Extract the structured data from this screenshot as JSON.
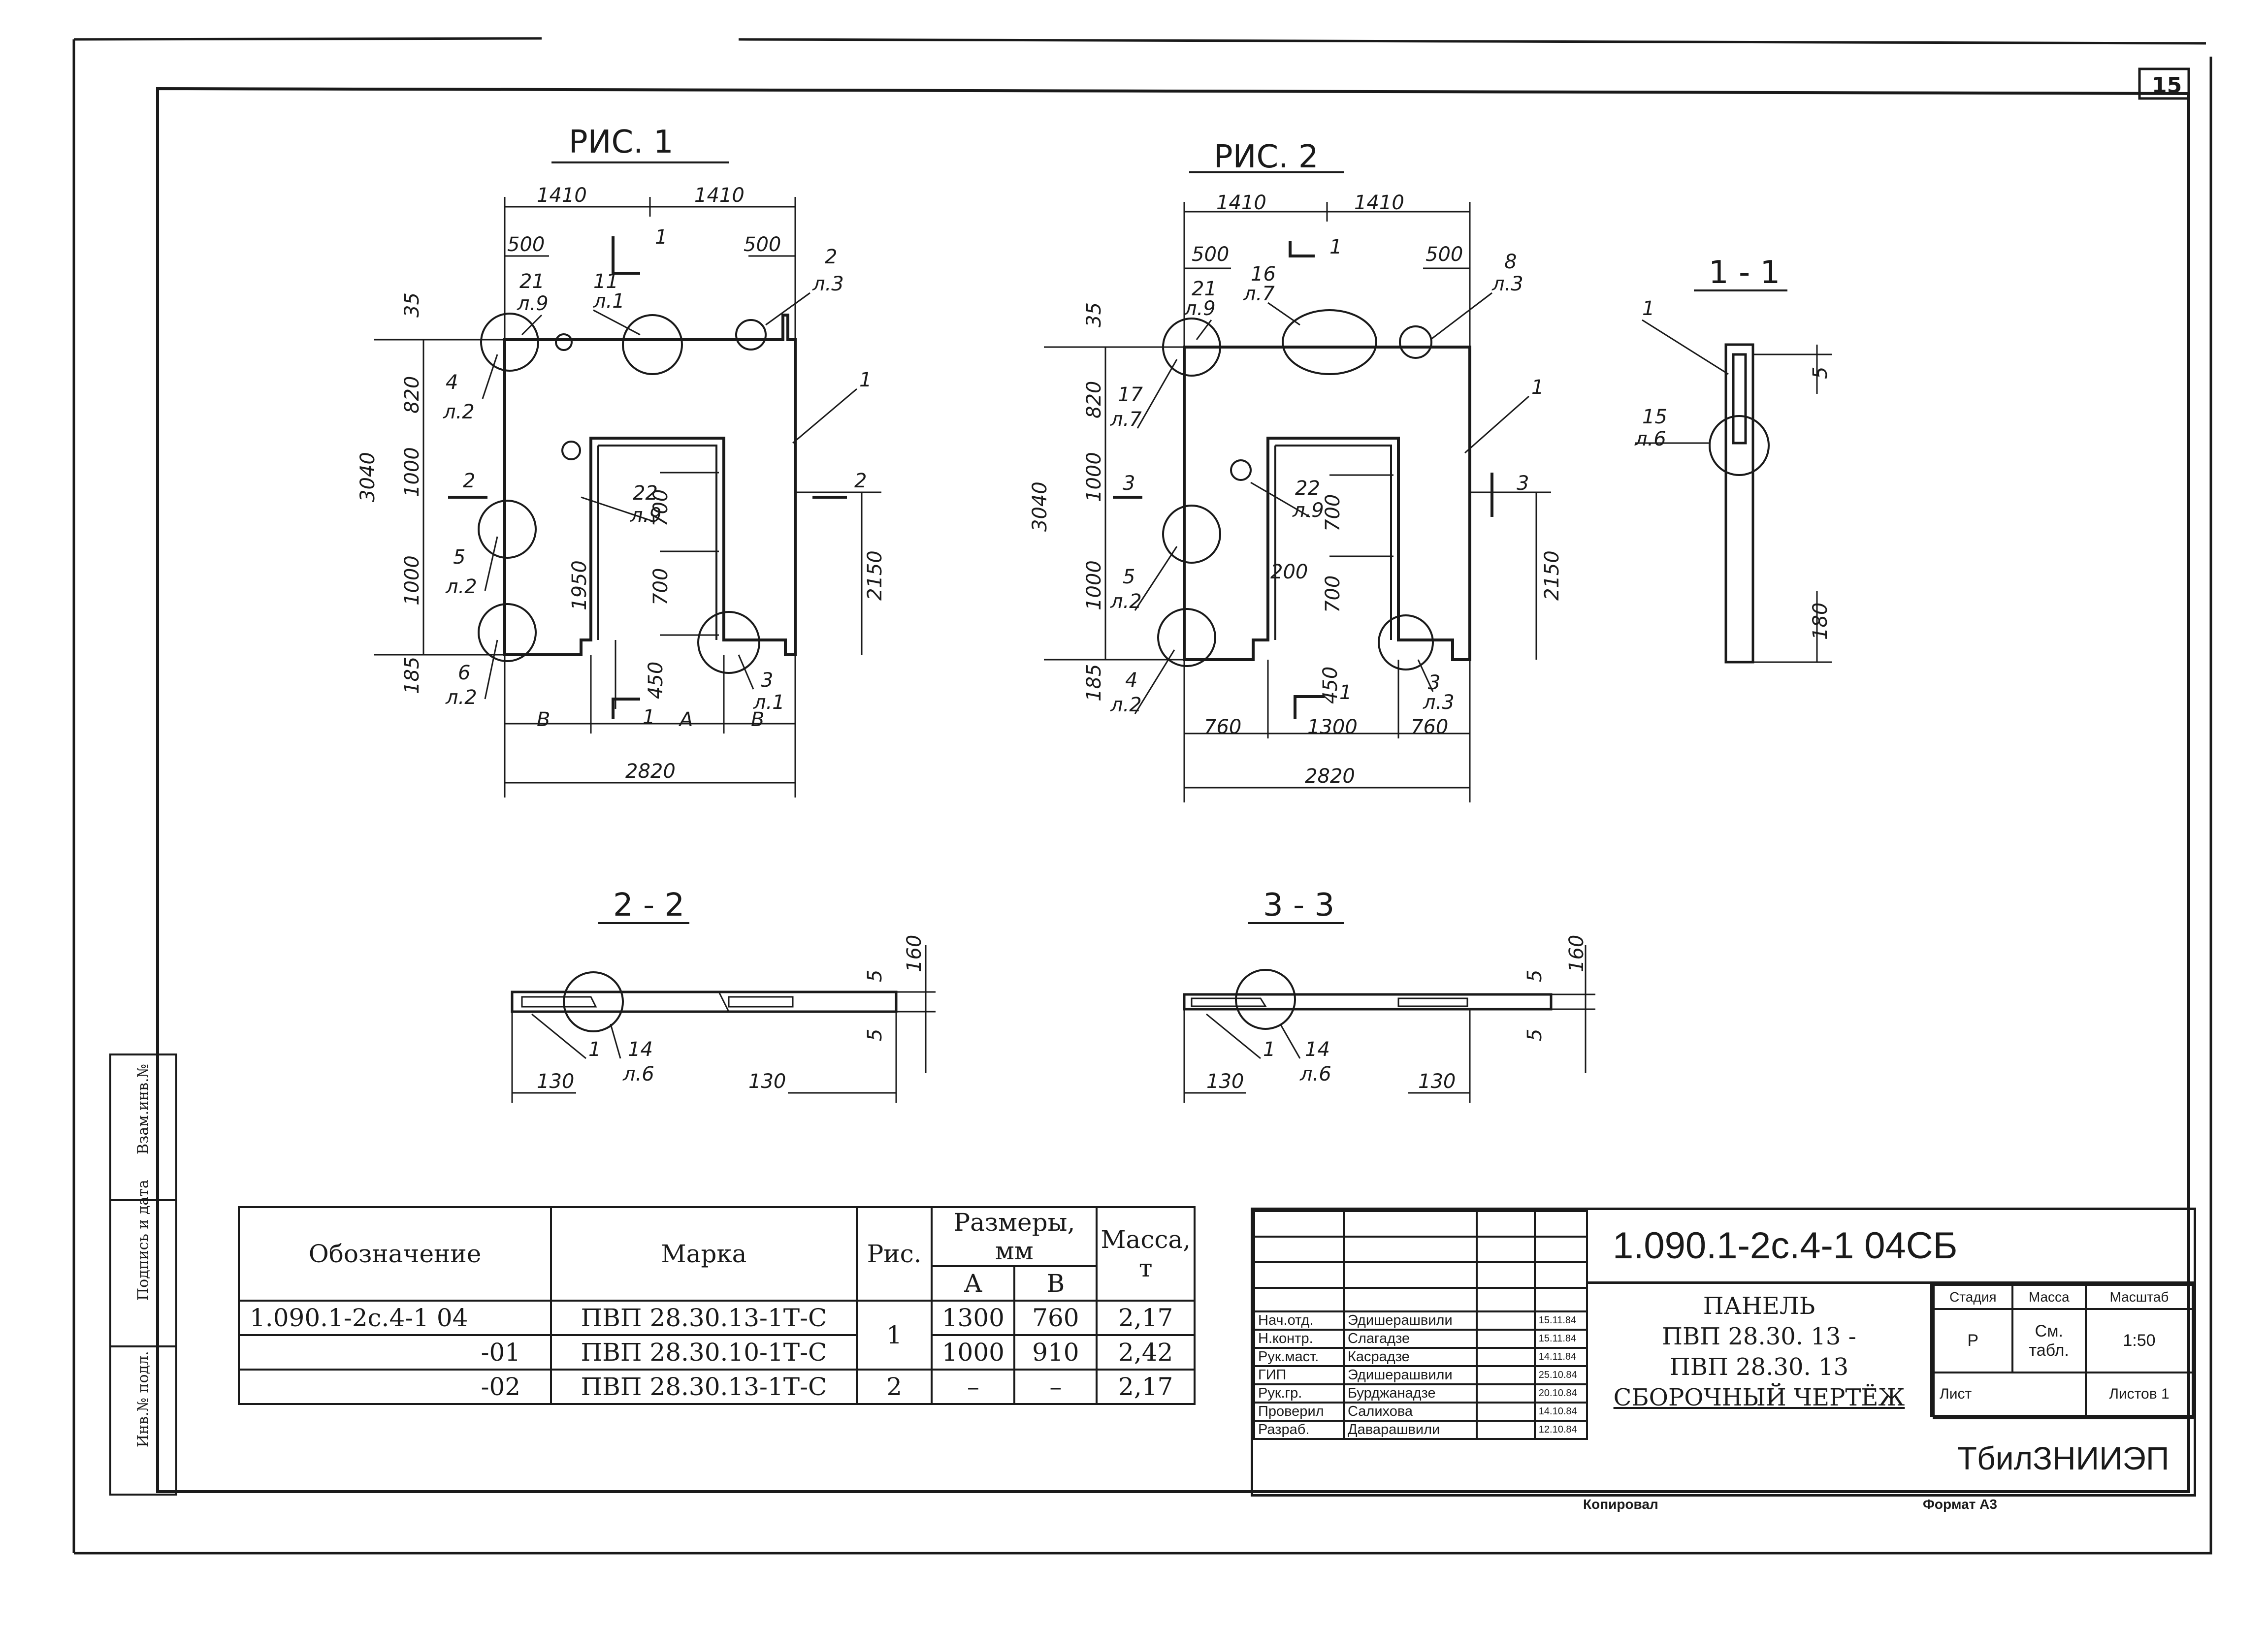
{
  "figures": {
    "fig1": {
      "title": "РИС. 1",
      "dims": [
        "1410",
        "1410",
        "500",
        "500",
        "3040",
        "820",
        "1000",
        "1000",
        "185",
        "1950",
        "2150",
        "700",
        "700",
        "450",
        "2820",
        "35"
      ],
      "letters": [
        "В",
        "А",
        "В"
      ],
      "callouts": [
        {
          "num": "21",
          "sheet": "л.9"
        },
        {
          "num": "11",
          "sheet": "л.1"
        },
        {
          "num": "2",
          "sheet": "л.3"
        },
        {
          "num": "4",
          "sheet": "л.2"
        },
        {
          "num": "22",
          "sheet": "л.9"
        },
        {
          "num": "5",
          "sheet": "л.2"
        },
        {
          "num": "6",
          "sheet": "л.2"
        },
        {
          "num": "3",
          "sheet": "л.1"
        },
        {
          "num": "1",
          "sheet": ""
        }
      ],
      "section_marks": [
        "1",
        "1",
        "2",
        "2"
      ]
    },
    "fig2": {
      "title": "РИС. 2",
      "dims": [
        "1410",
        "1410",
        "500",
        "500",
        "3040",
        "820",
        "1000",
        "1000",
        "185",
        "2150",
        "700",
        "700",
        "450",
        "200",
        "760",
        "1300",
        "760",
        "2820",
        "35"
      ],
      "callouts": [
        {
          "num": "21",
          "sheet": "л.9"
        },
        {
          "num": "16",
          "sheet": "л.7"
        },
        {
          "num": "8",
          "sheet": "л.3"
        },
        {
          "num": "17",
          "sheet": "л.7"
        },
        {
          "num": "22",
          "sheet": "л.9"
        },
        {
          "num": "5",
          "sheet": "л.2"
        },
        {
          "num": "4",
          "sheet": "л.2"
        },
        {
          "num": "3",
          "sheet": "л.3"
        },
        {
          "num": "1",
          "sheet": ""
        }
      ],
      "section_marks": [
        "1",
        "1",
        "3",
        "3"
      ]
    },
    "sec11": {
      "title": "1 - 1",
      "dims": [
        "5",
        "180"
      ],
      "callouts": [
        {
          "num": "1",
          "sheet": ""
        },
        {
          "num": "15",
          "sheet": "л.6"
        }
      ]
    },
    "sec22": {
      "title": "2 - 2",
      "dims": [
        "130",
        "130",
        "5",
        "160",
        "5"
      ],
      "callouts": [
        {
          "num": "1",
          "sheet": ""
        },
        {
          "num": "14",
          "sheet": "л.6"
        }
      ]
    },
    "sec33": {
      "title": "3 - 3",
      "dims": [
        "130",
        "130",
        "5",
        "160",
        "5"
      ],
      "callouts": [
        {
          "num": "1",
          "sheet": ""
        },
        {
          "num": "14",
          "sheet": "л.6"
        }
      ]
    }
  },
  "sheet_number": "15",
  "spec_table": {
    "headers": {
      "designation": "Обозначение",
      "mark": "Марка",
      "fig": "Рис.",
      "sizes": "Размеры, мм",
      "a": "А",
      "b": "В",
      "mass": "Масса, т"
    },
    "rows": [
      {
        "designation": "1.090.1-2с.4-1 04",
        "mark": "ПВП 28.30.13-1Т-С",
        "fig": "1",
        "a": "1300",
        "b": "760",
        "mass": "2,17"
      },
      {
        "designation": "-01",
        "mark": "ПВП 28.30.10-1Т-С",
        "fig": "",
        "a": "1000",
        "b": "910",
        "mass": "2,42"
      },
      {
        "designation": "-02",
        "mark": "ПВП 28.30.13-1Т-С",
        "fig": "2",
        "a": "–",
        "b": "–",
        "mass": "2,17"
      }
    ]
  },
  "side_stamp": [
    "Инв.№ подл.",
    "Подпись и дата",
    "Взам.инв.№"
  ],
  "title_block": {
    "code": "1.090.1-2с.4-1 04СБ",
    "name_lines": [
      "ПАНЕЛЬ",
      "ПВП 28.30. 13 -",
      "ПВП 28.30. 13",
      "СБОРОЧНЫЙ ЧЕРТЁЖ"
    ],
    "signatures": [
      {
        "role": "Нач.отд.",
        "name": "Эдишерашвили",
        "date": "15.11.84"
      },
      {
        "role": "Н.контр.",
        "name": "Слагадзе",
        "date": "15.11.84"
      },
      {
        "role": "Рук.маст.",
        "name": "Касрадзе",
        "date": "14.11.84"
      },
      {
        "role": "ГИП",
        "name": "Эдишерашвили",
        "date": "25.10.84"
      },
      {
        "role": "Рук.гр.",
        "name": "Бурджанадзе",
        "date": "20.10.84"
      },
      {
        "role": "Проверил",
        "name": "Салихова",
        "date": "14.10.84"
      },
      {
        "role": "Разраб.",
        "name": "Даварашвили",
        "date": "12.10.84"
      }
    ],
    "stage_label": "Стадия",
    "mass_label": "Масса",
    "scale_label": "Масштаб",
    "stage": "Р",
    "mass": "См. табл.",
    "scale": "1:50",
    "sheet_label": "Лист",
    "sheets_label": "Листов 1",
    "org": "ТбилЗНИИЭП"
  },
  "footer": {
    "copied": "Копировал",
    "format": "Формат А3"
  }
}
